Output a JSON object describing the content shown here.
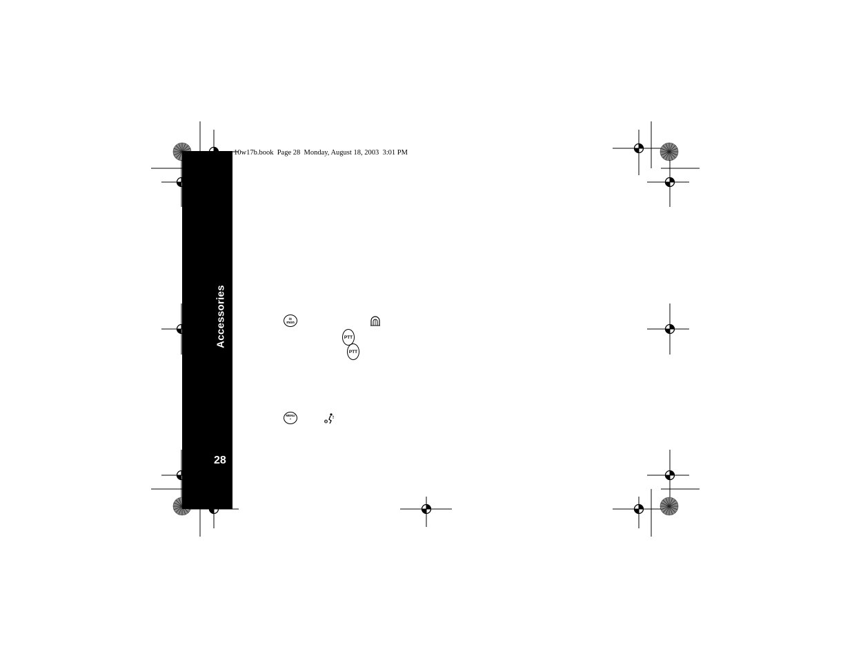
{
  "header": {
    "book_line": "10w17b.book  Page 28  Monday, August 18, 2003  3:01 PM"
  },
  "sidebar": {
    "section_title": "Accessories",
    "page_number": "28"
  },
  "buttons": {
    "mon_label": "mon",
    "ptt_label_1": "PTT",
    "ptt_label_2": "PTT",
    "menu_label": "MENU"
  },
  "icons": {
    "mon_button": "mon-button-icon",
    "headset": "headset-icon",
    "ptt_button": "ptt-button-icon",
    "menu_button": "menu-button-icon",
    "vox": "vox-icon"
  }
}
